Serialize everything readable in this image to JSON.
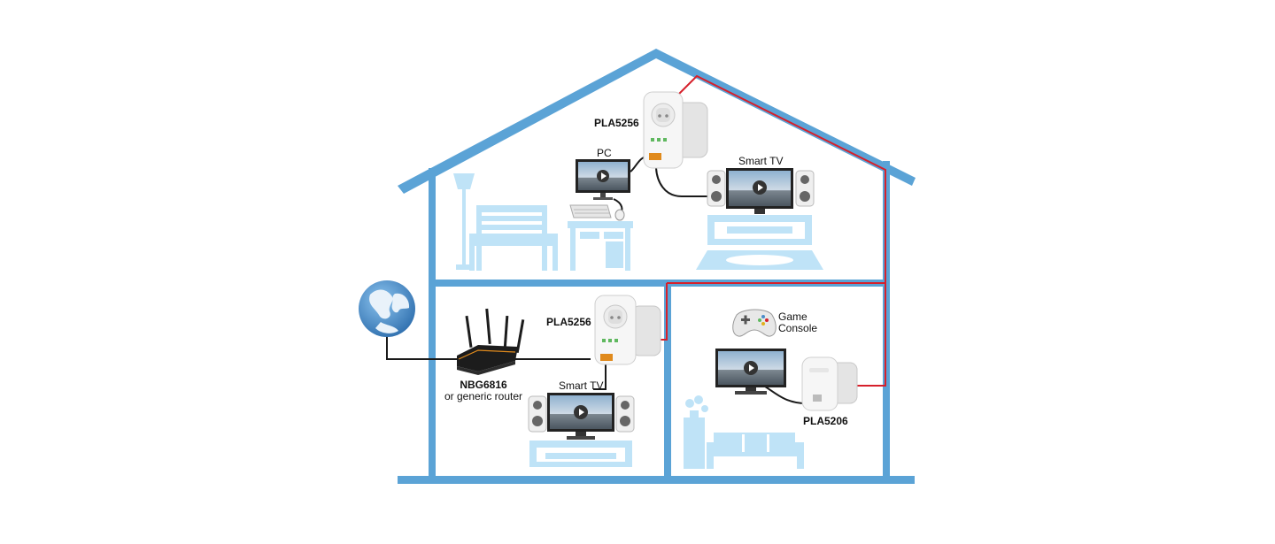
{
  "labels": {
    "pla_top": "PLA5256",
    "pc": "PC",
    "smart_tv_top": "Smart TV",
    "pla_mid": "PLA5256",
    "router_line1": "NBG6816",
    "router_line2": "or generic router",
    "smart_tv_bottom": "Smart TV",
    "game_console_line1": "Game",
    "game_console_line2": "Console",
    "pla_right": "PLA5206"
  },
  "colors": {
    "house": "#5ba3d6",
    "furniture": "#bfe3f7",
    "powerline": "#d6202b",
    "ethernet": "#1a1a1a",
    "adapter": "#f4f4f4",
    "router": "#1c1c1c",
    "globe_ocean": "#4a8cc9",
    "globe_land": "#e9f2fa"
  }
}
